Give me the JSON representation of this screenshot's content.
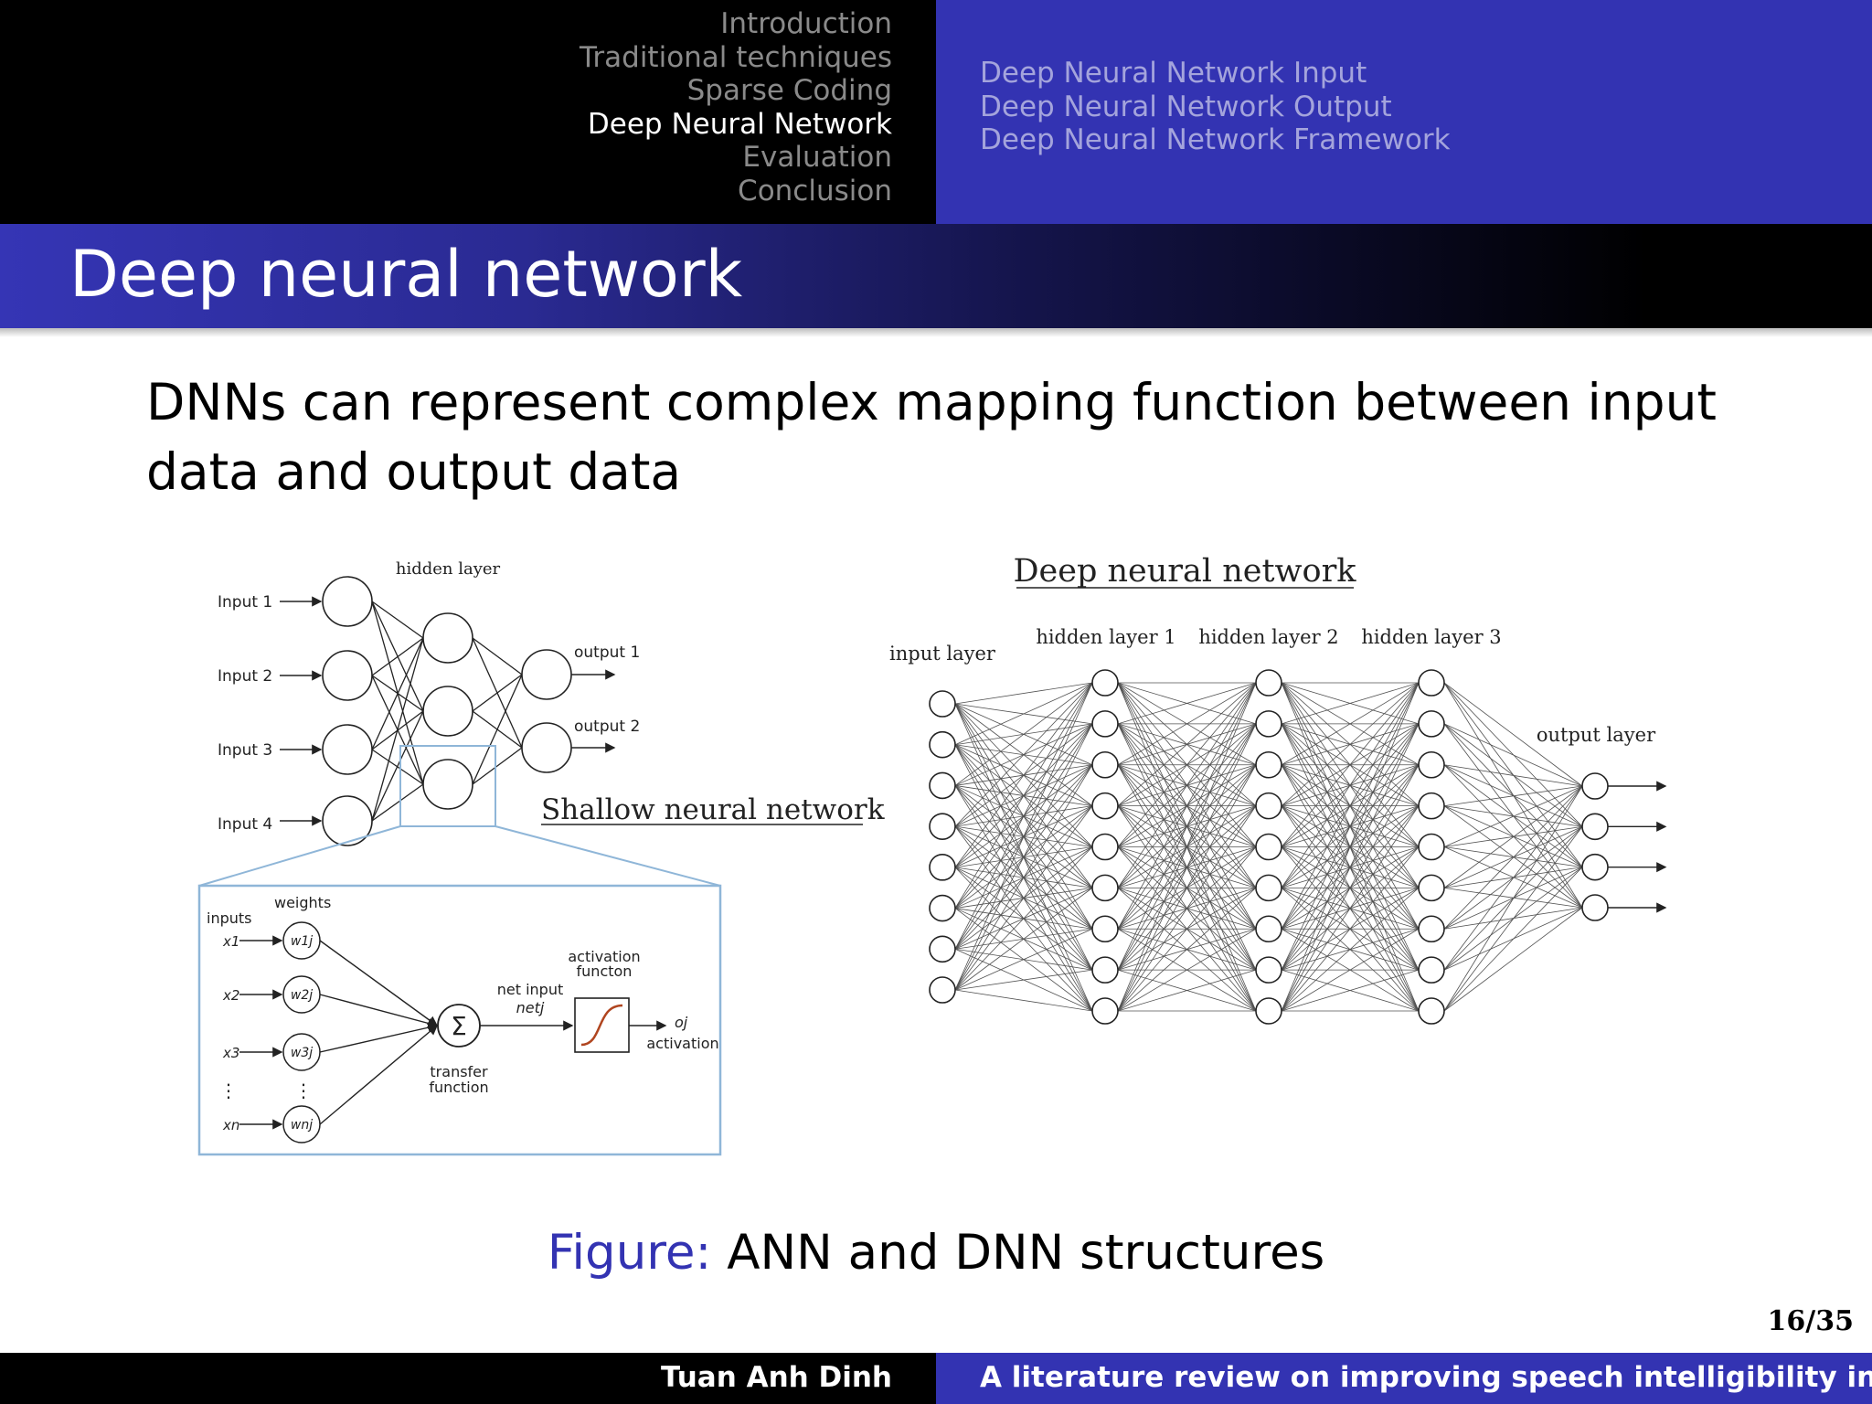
{
  "nav": {
    "sections": [
      "Introduction",
      "Traditional techniques",
      "Sparse Coding",
      "Deep Neural Network",
      "Evaluation",
      "Conclusion"
    ],
    "active_section": "Deep Neural Network",
    "subsections": [
      "Deep Neural Network Input",
      "Deep Neural Network Output",
      "Deep Neural Network Framework"
    ]
  },
  "slide": {
    "title": "Deep neural network",
    "body": "DNNs can represent complex mapping function between input data and output data"
  },
  "figure": {
    "shallow": {
      "inputs": [
        "Input 1",
        "Input 2",
        "Input 3",
        "Input 4"
      ],
      "hidden_label": "hidden layer",
      "outputs": [
        "output 1",
        "output 2"
      ],
      "title": "Shallow neural network"
    },
    "neuron": {
      "inputs_label": "inputs",
      "weights_label": "weights",
      "x_labels": [
        "x1",
        "x2",
        "x3",
        "xn"
      ],
      "w_labels": [
        "w1j",
        "w2j",
        "w3j",
        "wnj"
      ],
      "sum_symbol": "Σ",
      "transfer": [
        "transfer",
        "function"
      ],
      "net_input": [
        "net input",
        "netj"
      ],
      "activation_fn": [
        "activation",
        "functon"
      ],
      "output": "oj",
      "activation": "activation"
    },
    "deep": {
      "title": "Deep neural network",
      "input_layer": "input layer",
      "hidden_layers": [
        "hidden layer 1",
        "hidden layer 2",
        "hidden layer 3"
      ],
      "output_layer": "output layer"
    },
    "caption_label": "Figure:",
    "caption_text": "ANN and DNN structures"
  },
  "page": "16/35",
  "footer": {
    "author": "Tuan Anh Dinh",
    "title": "A literature review on improving speech intelligibility in noisy environment"
  },
  "colors": {
    "accent": "#3333b2",
    "black": "#000000",
    "figure_box": "#8fb6d8"
  }
}
